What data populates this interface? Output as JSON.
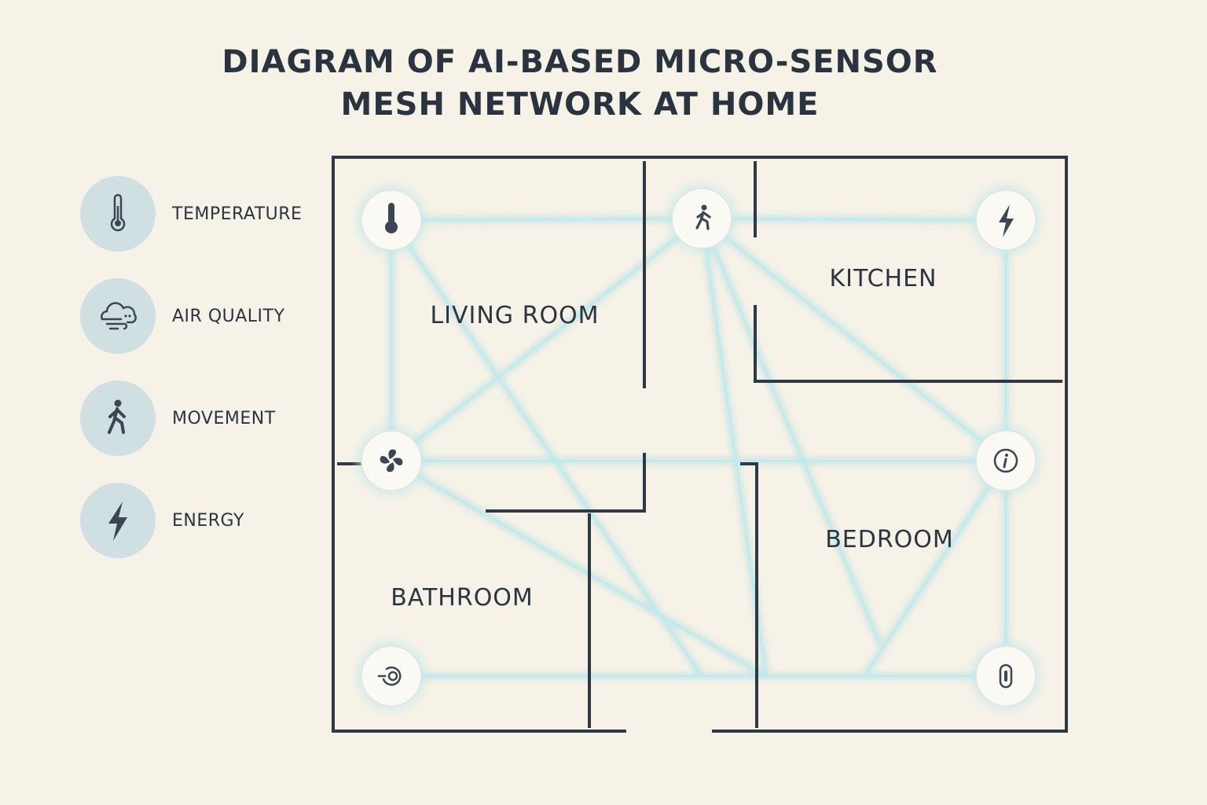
{
  "title": {
    "line1": "DIAGRAM OF AI-BASED MICRO-SENSOR",
    "line2": "MESH NETWORK AT HOME"
  },
  "legend": [
    {
      "label": "TEMPERATURE",
      "icon": "thermometer-icon"
    },
    {
      "label": "AIR QUALITY",
      "icon": "cloud-wind-icon"
    },
    {
      "label": "MOVEMENT",
      "icon": "walking-person-icon"
    },
    {
      "label": "ENERGY",
      "icon": "lightning-bolt-icon"
    }
  ],
  "rooms": {
    "living": "LIVING ROOM",
    "kitchen": "KITCHEN",
    "bedroom": "BEDROOM",
    "bathroom": "BATHROOM"
  },
  "sensors": [
    {
      "id": "temp",
      "icon": "thermometer-icon"
    },
    {
      "id": "motion",
      "icon": "walking-person-icon"
    },
    {
      "id": "energy",
      "icon": "lightning-bolt-icon"
    },
    {
      "id": "fan",
      "icon": "fan-icon"
    },
    {
      "id": "info",
      "icon": "info-icon"
    },
    {
      "id": "bath",
      "icon": "target-icon"
    },
    {
      "id": "door",
      "icon": "capsule-icon"
    }
  ],
  "colors": {
    "background": "#f6f2e7",
    "wall": "#2f3845",
    "mesh": "#8fd6e2",
    "legend_circle": "#cfdfe2",
    "icon": "#3b4652"
  }
}
